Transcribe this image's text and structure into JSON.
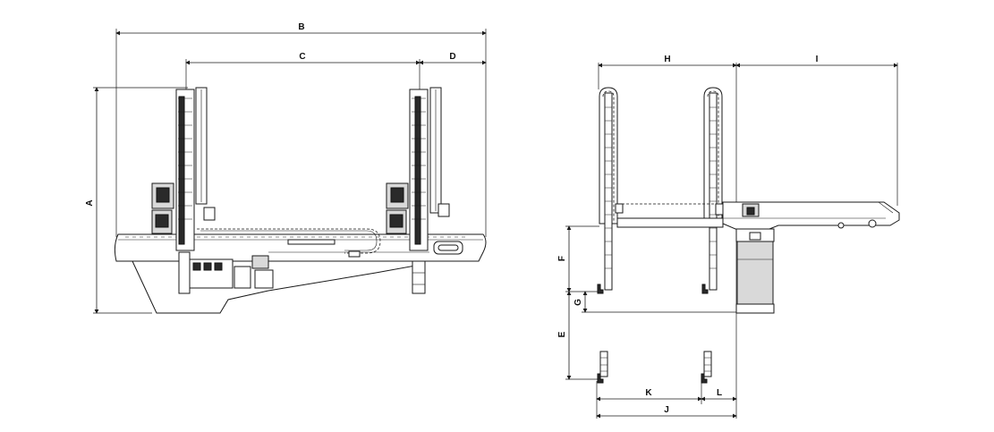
{
  "dimension_labels": {
    "A": "A",
    "B": "B",
    "C": "C",
    "D": "D",
    "E": "E",
    "F": "F",
    "G": "G",
    "H": "H",
    "I": "I",
    "J": "J",
    "K": "K",
    "L": "L"
  }
}
